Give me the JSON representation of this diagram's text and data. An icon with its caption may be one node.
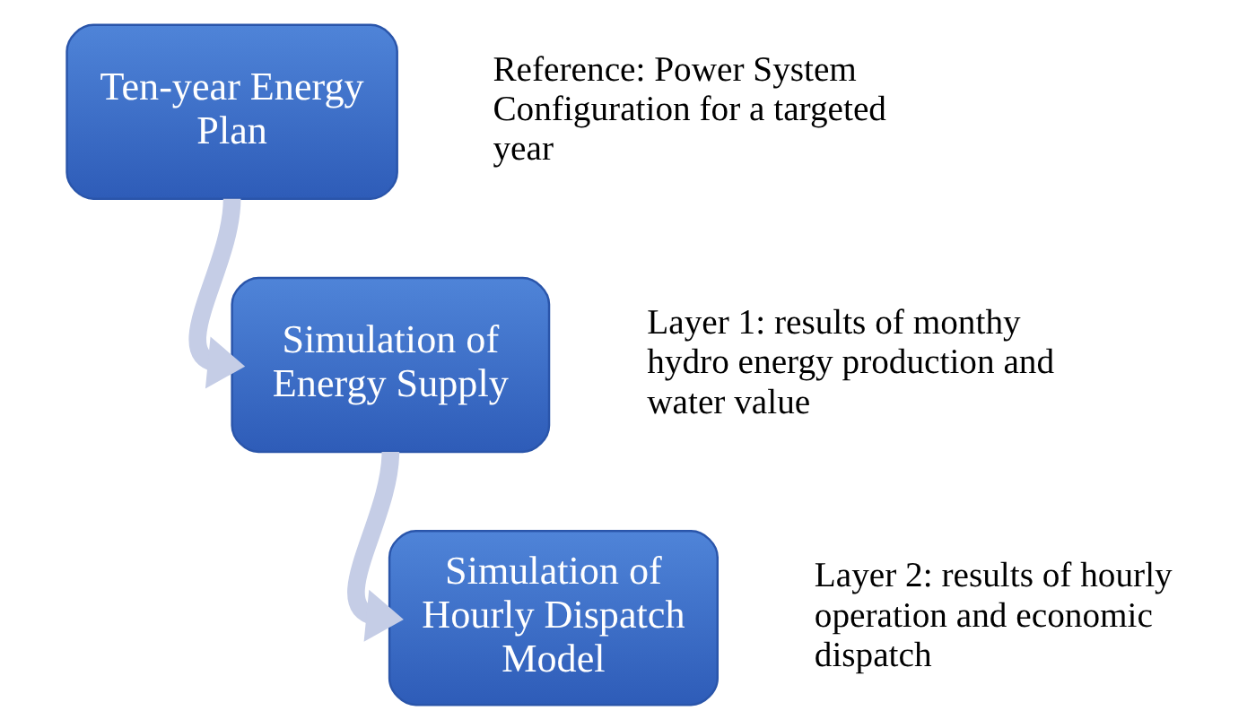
{
  "diagram": {
    "nodes": [
      {
        "text": [
          "Ten-year Energy Plan"
        ],
        "beside": [
          "Reference: Power System Configuration for a targeted year"
        ]
      },
      {
        "text": [
          "Simulation of Energy Supply"
        ],
        "beside": [
          "Layer 1: results of monthy hydro energy production and water value"
        ]
      },
      {
        "text": [
          "Simulation of Hourly Dispatch Model"
        ],
        "beside": [
          "Layer 2: results of hourly operation and economic dispatch"
        ]
      }
    ],
    "edges": [
      {
        "from": 0,
        "to": 1,
        "arrow": "to"
      },
      {
        "from": 1,
        "to": 2,
        "arrow": "to"
      }
    ]
  }
}
